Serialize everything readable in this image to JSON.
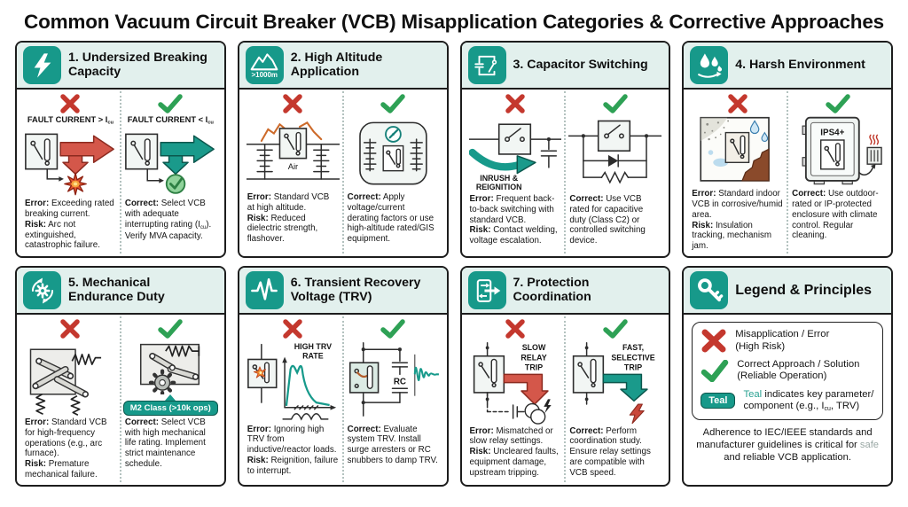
{
  "title": "Common Vacuum Circuit Breaker (VCB) Misapplication Categories & Corrective Approaches",
  "labels": {
    "error": "Error:",
    "risk": "Risk:",
    "correct": "Correct:"
  },
  "colors": {
    "teal": "#17998a",
    "header_bg": "#e2f0ed",
    "red_x": "#c4382e",
    "green_check": "#2ea155",
    "arrow_red": "#d4574a",
    "arrow_teal": "#1a9a8b",
    "accent_text_teal": "#2ba292",
    "muted_safe": "#9aa8a5"
  },
  "icons": {
    "panel1": "lightning-bolt-icon",
    "panel2": "mountain-altitude-icon",
    "panel3": "capacitor-switch-circuit-icon",
    "panel4": "water-droplets-icon",
    "panel5": "gear-rotation-icon",
    "panel6": "waveform-spike-icon",
    "panel7": "breaker-trip-arrows-icon",
    "legend": "key-icon",
    "error_mark": "red-x-icon",
    "correct_mark": "green-check-icon"
  },
  "panels": [
    {
      "title": "1. Undersized Breaking Capacity",
      "error": {
        "label_pre": "FAULT CURRENT > I",
        "label_sub": "cu",
        "error_text": " Exceeding rated breaking current.",
        "risk_text": " Arc not extinguished, catastrophic failure."
      },
      "correct": {
        "label_pre": "FAULT CURRENT < I",
        "label_sub": "cu",
        "text_pre": " Select VCB with adequate interrupting rating (I",
        "text_sub": "cu",
        "text_post": "). Verify MVA capacity."
      }
    },
    {
      "title": "2. High Altitude Application",
      "icon_badge": ">1000m",
      "error": {
        "air_label": "Air",
        "error_text": " Standard VCB at high altitude.",
        "risk_text": " Reduced dielectric strength, flashover."
      },
      "correct": {
        "text": " Apply voltage/current derating factors or use high-altitude rated/GIS equipment."
      }
    },
    {
      "title": "3. Capacitor Switching",
      "error": {
        "arrow_label_1": "INRUSH &",
        "arrow_label_2": "REIGNITION",
        "error_text": " Frequent back-to-back switching with standard VCB.",
        "risk_text": " Contact welding, voltage escalation."
      },
      "correct": {
        "text": " Use VCB rated for capacitive duty (Class C2) or controlled switching device."
      }
    },
    {
      "title": "4. Harsh Environment",
      "error": {
        "error_text": " Standard indoor VCB in corrosive/humid area.",
        "risk_text": " Insulation tracking, mechanism jam."
      },
      "correct": {
        "enclosure_label": "IPS4+",
        "text": " Use outdoor-rated or IP-protected enclosure with climate control. Regular cleaning."
      }
    },
    {
      "title": "5. Mechanical Endurance Duty",
      "error": {
        "error_text": " Standard VCB for high-frequency operations (e.g., arc furnace).",
        "risk_text": " Premature mechanical failure."
      },
      "correct": {
        "badge": "M2 Class (>10k ops)",
        "text": " Select VCB with high mechanical life rating. Implement strict maintenance schedule."
      }
    },
    {
      "title": "6. Transient Recovery Voltage (TRV)",
      "error": {
        "graph_label_1": "HIGH TRV",
        "graph_label_2": "RATE",
        "error_text": " Ignoring high TRV from inductive/reactor loads.",
        "risk_text": " Reignition, failure to interrupt."
      },
      "correct": {
        "rc_label": "RC",
        "text": " Evaluate system TRV. Install surge arresters or RC snubbers to damp TRV."
      }
    },
    {
      "title": "7. Protection Coordination",
      "error": {
        "trip_1": "SLOW",
        "trip_2": "RELAY",
        "trip_3": "TRIP",
        "error_text": " Mismatched or slow relay settings.",
        "risk_text": " Uncleared faults, equipment damage, upstream tripping."
      },
      "correct": {
        "trip_1": "FAST,",
        "trip_2": "SELECTIVE",
        "trip_3": "TRIP",
        "text": " Perform coordination study. Ensure relay settings are compatible with VCB speed."
      }
    }
  ],
  "legend": {
    "title": "Legend & Principles",
    "item1_line1": "Misapplication / Error",
    "item1_line2": "(High Risk)",
    "item2_line1": "Correct Approach / Solution",
    "item2_line2": "(Reliable Operation)",
    "item3_badge": "Teal",
    "item3_word": "Teal",
    "item3_rest": " indicates key parameter/",
    "item3_line2_pre": "component (e.g., I",
    "item3_sub": "cu",
    "item3_line2_post": ", TRV)",
    "footer_pre": "Adherence to IEC/IEEE standards and manufacturer guidelines is critical for ",
    "footer_highlight": "safe",
    "footer_post": " and reliable VCB application."
  }
}
